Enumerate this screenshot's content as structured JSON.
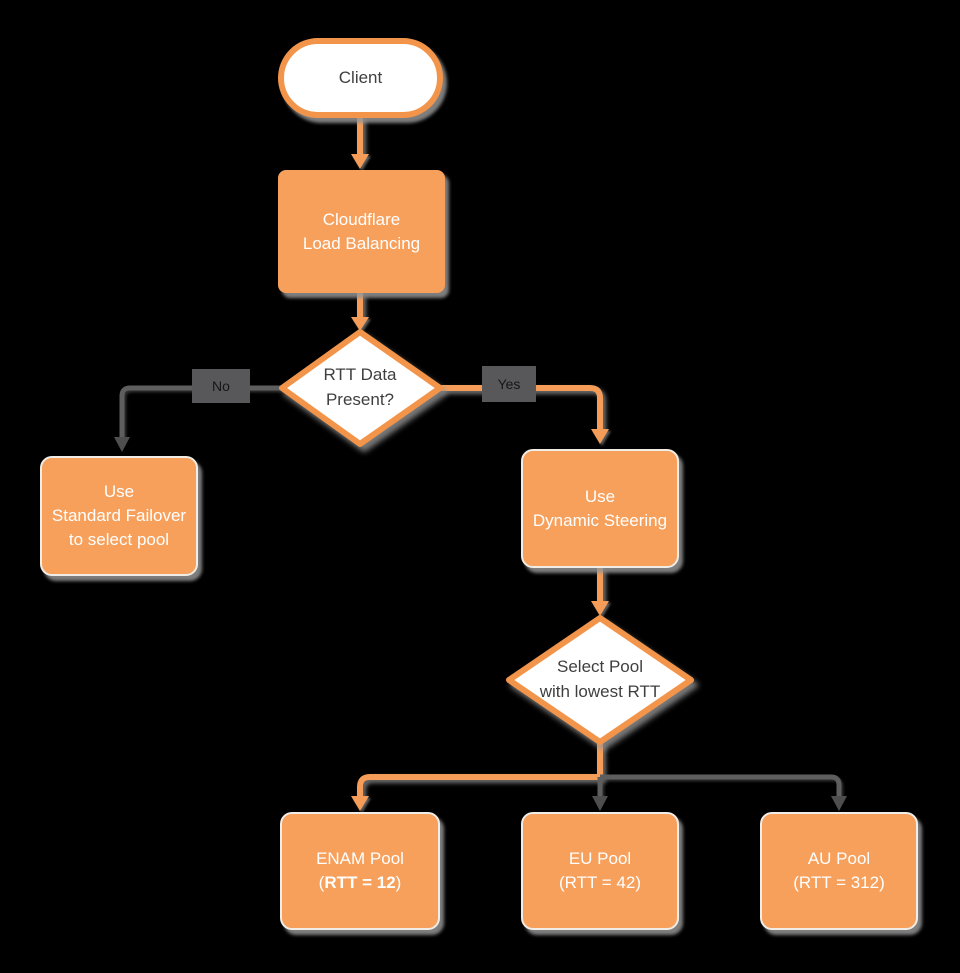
{
  "diagram": {
    "title": "Cloudflare Load Balancing dynamic steering flowchart",
    "colors": {
      "background": "#000000",
      "node_fill_orange": "#F7A05C",
      "node_stroke_orange": "#F2954B",
      "node_text_light": "#FFFFFF",
      "node_text_dark": "#3F3F3F",
      "edge_gray": "#5E5E5E",
      "edge_label_bg": "#58585A",
      "shadow_gray": "#949494"
    }
  },
  "nodes": {
    "client": {
      "label": "Client"
    },
    "load_balancing": {
      "lines": [
        "Cloudflare",
        "Load Balancing"
      ]
    },
    "rtt_decision": {
      "lines": [
        "RTT Data",
        "Present?"
      ]
    },
    "standard_failover": {
      "lines": [
        "Use",
        "Standard Failover",
        "to select pool"
      ]
    },
    "dynamic_steering": {
      "lines": [
        "Use",
        "Dynamic Steering"
      ]
    },
    "select_pool": {
      "lines": [
        "Select Pool",
        "with lowest RTT"
      ]
    },
    "enam_pool": {
      "line1": "ENAM Pool",
      "rtt_open": "(",
      "rtt_bold": "RTT = 12",
      "rtt_close": ")"
    },
    "eu_pool": {
      "line1": "EU Pool",
      "line2": "(RTT = 42)"
    },
    "au_pool": {
      "line1": "AU Pool",
      "line2": "(RTT = 312)"
    }
  },
  "edge_labels": {
    "no": "No",
    "yes": "Yes"
  }
}
